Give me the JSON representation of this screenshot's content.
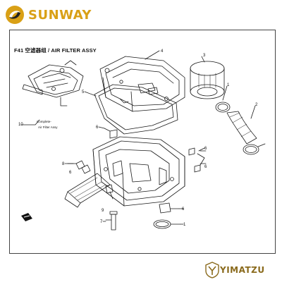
{
  "header": {
    "brand": "SUNWAY",
    "brand_color": "#d9a016"
  },
  "sheet": {
    "title": "F41 空滤器组 / AIR FILTER ASSY",
    "inset_label_line1": "Complete-",
    "inset_label_line2": "Air Filter Assy"
  },
  "callouts": [
    "4",
    "3",
    "5",
    "1",
    "2",
    "10",
    "6",
    "6",
    "6",
    "8",
    "6",
    "9",
    "6",
    "7",
    "1"
  ],
  "footer": {
    "brand": "YIMATZU",
    "brand_color": "#8a6a1c"
  },
  "icons": {
    "brand_logo": "sunway-swirl-logo",
    "footer_logo": "yimatzu-crest-logo",
    "direction_marker": "fwd-arrow-icon"
  }
}
